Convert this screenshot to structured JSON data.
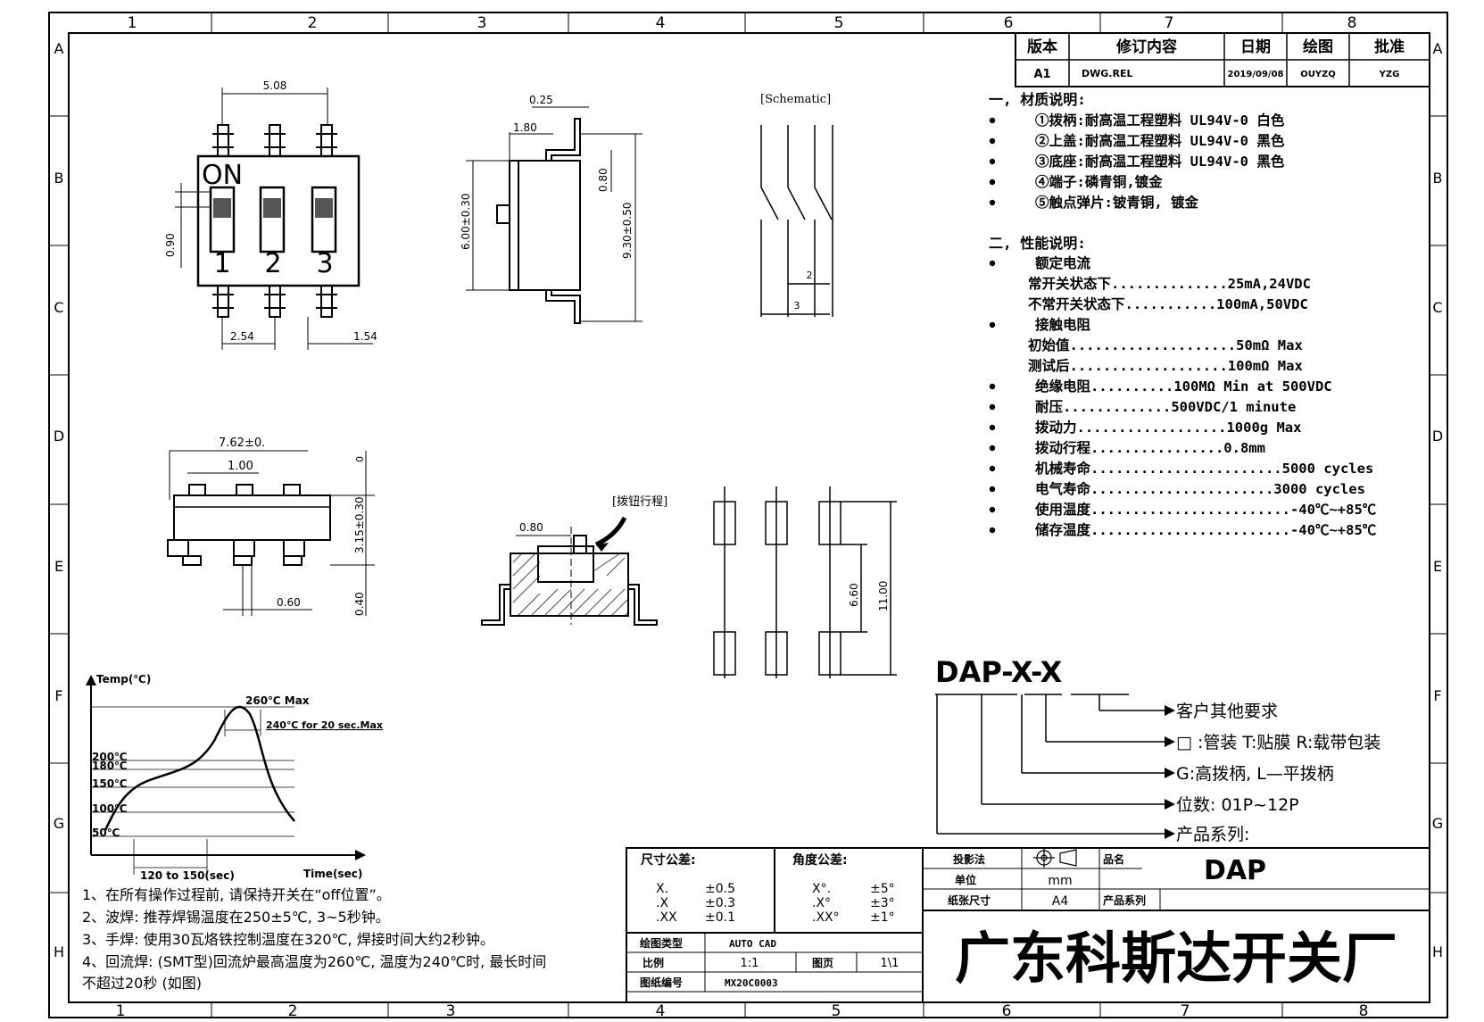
{
  "border": {
    "columns": [
      "1",
      "2",
      "3",
      "4",
      "5",
      "6",
      "7",
      "8"
    ],
    "rows": [
      "A",
      "B",
      "C",
      "D",
      "E",
      "F",
      "G",
      "H"
    ]
  },
  "revision": {
    "headers": [
      "版本",
      "修订内容",
      "日期",
      "绘图",
      "批准"
    ],
    "row": [
      "A1",
      "DWG.REL",
      "2019/09/08",
      "OUYZQ",
      "YZG"
    ]
  },
  "views": {
    "top": {
      "label": "ON",
      "pins": [
        "1",
        "2",
        "3"
      ],
      "dims": [
        "5.08",
        "0.90",
        "2.54",
        "1.54"
      ]
    },
    "side": {
      "dims": [
        "0.25",
        "1.80",
        "6.00±0.30",
        "0.80",
        "9.30±0.50"
      ]
    },
    "schematic": {
      "label": "[Schematic]",
      "dims": [
        "2",
        "3"
      ]
    },
    "front": {
      "dims": [
        "7.62±0.",
        "1.00",
        "3.15±0.30",
        "0",
        "0.40",
        "0.60"
      ]
    },
    "section": {
      "label": "[拨钮行程]",
      "dims": [
        "0.80"
      ]
    },
    "footprint": {
      "dims": [
        "6.60",
        "11.00"
      ]
    }
  },
  "materials": {
    "title": "一, 材质说明:",
    "items": [
      "①拨柄:耐高温工程塑料 UL94V-0 白色",
      "②上盖:耐高温工程塑料 UL94V-0 黑色",
      "③底座:耐高温工程塑料 UL94V-0 黑色",
      "④端子:磷青铜,镀金",
      "⑤触点弹片:铍青铜, 镀金"
    ]
  },
  "performance": {
    "title": "二, 性能说明:",
    "items": [
      {
        "bullet": true,
        "text": "额定电流"
      },
      {
        "bullet": false,
        "text": "常开关状态下..............25mA,24VDC"
      },
      {
        "bullet": false,
        "text": "不常开关状态下...........100mA,50VDC"
      },
      {
        "bullet": true,
        "text": "接触电阻"
      },
      {
        "bullet": false,
        "text": "初始值....................50mΩ Max"
      },
      {
        "bullet": false,
        "text": "测试后...................100mΩ Max"
      },
      {
        "bullet": true,
        "text": "绝缘电阻..........100MΩ Min at 500VDC"
      },
      {
        "bullet": true,
        "text": "耐压.............500VDC/1 minute"
      },
      {
        "bullet": true,
        "text": "拨动力..................1000g Max"
      },
      {
        "bullet": true,
        "text": "拨动行程................0.8mm"
      },
      {
        "bullet": true,
        "text": "机械寿命.......................5000 cycles"
      },
      {
        "bullet": true,
        "text": "电气寿命......................3000 cycles"
      },
      {
        "bullet": true,
        "text": "使用温度........................-40℃~+85℃"
      },
      {
        "bullet": true,
        "text": "储存温度........................-40℃~+85℃"
      }
    ]
  },
  "part_code": {
    "code": "DAP-X-X",
    "legend": [
      "客户其他要求",
      "□ :管装  T:贴膜   R:载带包装",
      "G:高拨柄, L—平拨柄",
      "位数: 01P~12P",
      "产品系列:"
    ]
  },
  "profile": {
    "y_label": "Temp(℃)",
    "x_label": "Time(sec)",
    "temps": [
      "260℃ Max",
      "200℃",
      "180℃",
      "150℃",
      "100℃",
      "50℃"
    ],
    "note_240": "240℃ for 20 sec.Max",
    "range": "120 to 150(sec)"
  },
  "notes": [
    "1、在所有操作过程前, 请保持开关在“off位置”。",
    "2、波焊: 推荐焊锡温度在250±5℃, 3~5秒钟。",
    "3、手焊: 使用30瓦烙铁控制温度在320℃, 焊接时间大约2秒钟。",
    "4、回流焊: (SMT型)回流炉最高温度为260℃, 温度为240℃时, 最长时间",
    "不超过20秒 (如图)"
  ],
  "title_block": {
    "tol_title": "尺寸公差:",
    "tol": [
      [
        "X.",
        "±0.5"
      ],
      [
        ".X",
        "±0.3"
      ],
      [
        ".XX",
        "±0.1"
      ]
    ],
    "ang_title": "角度公差:",
    "ang": [
      [
        "X°.",
        "±5°"
      ],
      [
        ".X°",
        "±3°"
      ],
      [
        ".XX°",
        "±1°"
      ]
    ],
    "proj_label": "投影法",
    "unit_label": "单位",
    "unit_value": "mm",
    "size_label": "纸张尺寸",
    "size_value": "A4",
    "name_label": "品名",
    "name_value": "DAP",
    "series_label": "产品系列",
    "sw_label": "绘图类型",
    "sw_value": "AUTO CAD",
    "scale_label": "比例",
    "scale_value": "1:1",
    "page_label": "图页",
    "page_value": "1\\1",
    "dwg_label": "图纸编号",
    "dwg_value": "MX20C0003",
    "company": "广东科斯达开关厂"
  }
}
